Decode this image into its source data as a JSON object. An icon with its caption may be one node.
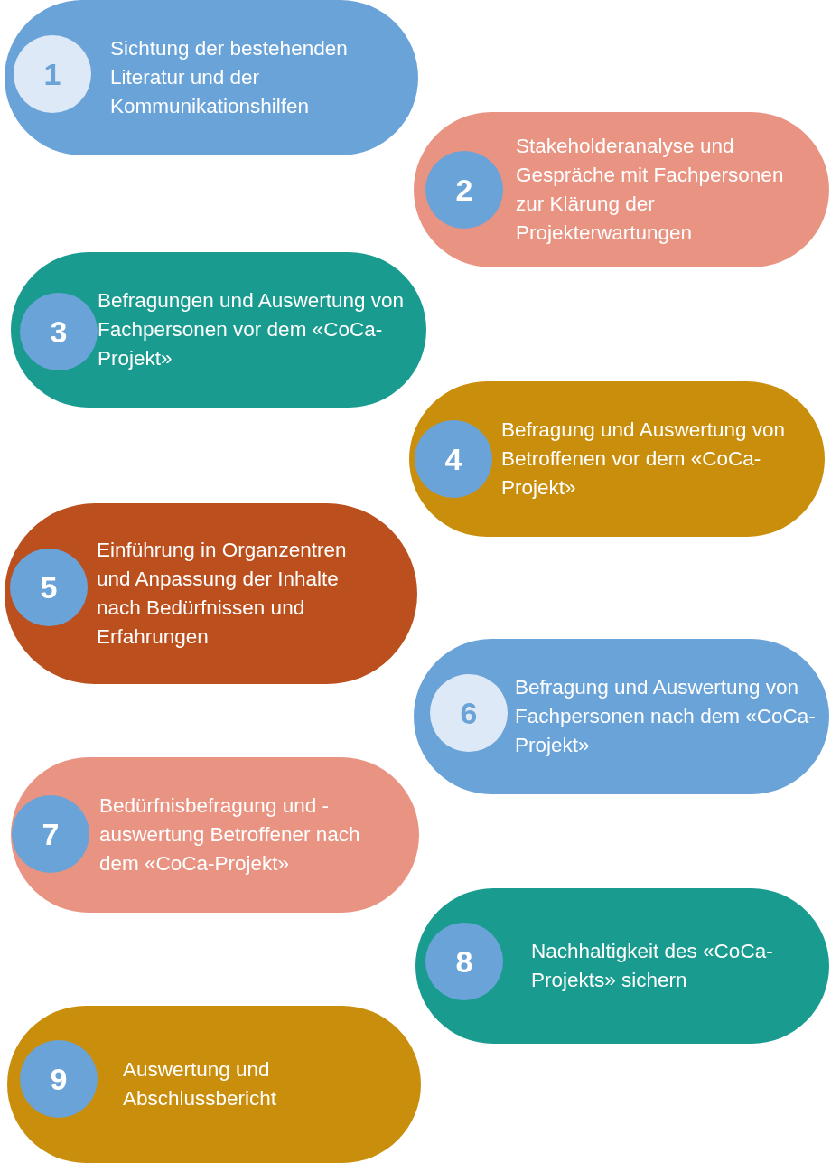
{
  "diagram": {
    "nodes": [
      {
        "text": [
          "Sichtung der bestehenden Literatur und der Kommunikationshilfen"
        ]
      },
      {
        "text": [
          "1"
        ],
        "in": 0
      },
      {
        "text": [
          "Stakeholderanalyse und Gespräche mit Fachpersonen zur Klärung der Projekterwartungen"
        ]
      },
      {
        "text": [
          "2"
        ],
        "in": 2
      },
      {
        "text": [
          "Befragungen und Auswertung von Fachpersonen vor dem «CoCa-Projekt»"
        ]
      },
      {
        "text": [
          "3"
        ],
        "in": 4
      },
      {
        "text": [
          "Befragung und Auswertung von Betroffenen vor dem «CoCa-Projekt»"
        ]
      },
      {
        "text": [
          "4"
        ],
        "in": 6
      },
      {
        "text": [
          "Einführung in Organzentren und Anpassung der Inhalte nach Bedürfnissen und Erfahrungen"
        ]
      },
      {
        "text": [
          "5"
        ],
        "in": 8
      },
      {
        "text": [
          "Befragung und Auswertung von Fachpersonen nach dem «CoCa-Projekt»"
        ]
      },
      {
        "text": [
          "6"
        ],
        "in": 10
      },
      {
        "text": [
          "Bedürfnisbefragung und -auswertung Betroffener nach dem «CoCa-Projekt»"
        ]
      },
      {
        "text": [
          "7"
        ],
        "in": 12
      },
      {
        "text": [
          "Nachhaltigkeit des «CoCa-Projekts» sichern"
        ]
      },
      {
        "text": [
          "8"
        ],
        "in": 14
      },
      {
        "text": [
          "Auswertung und Abschlussbericht"
        ]
      },
      {
        "text": [
          "9"
        ],
        "in": 16
      }
    ],
    "edges": []
  }
}
